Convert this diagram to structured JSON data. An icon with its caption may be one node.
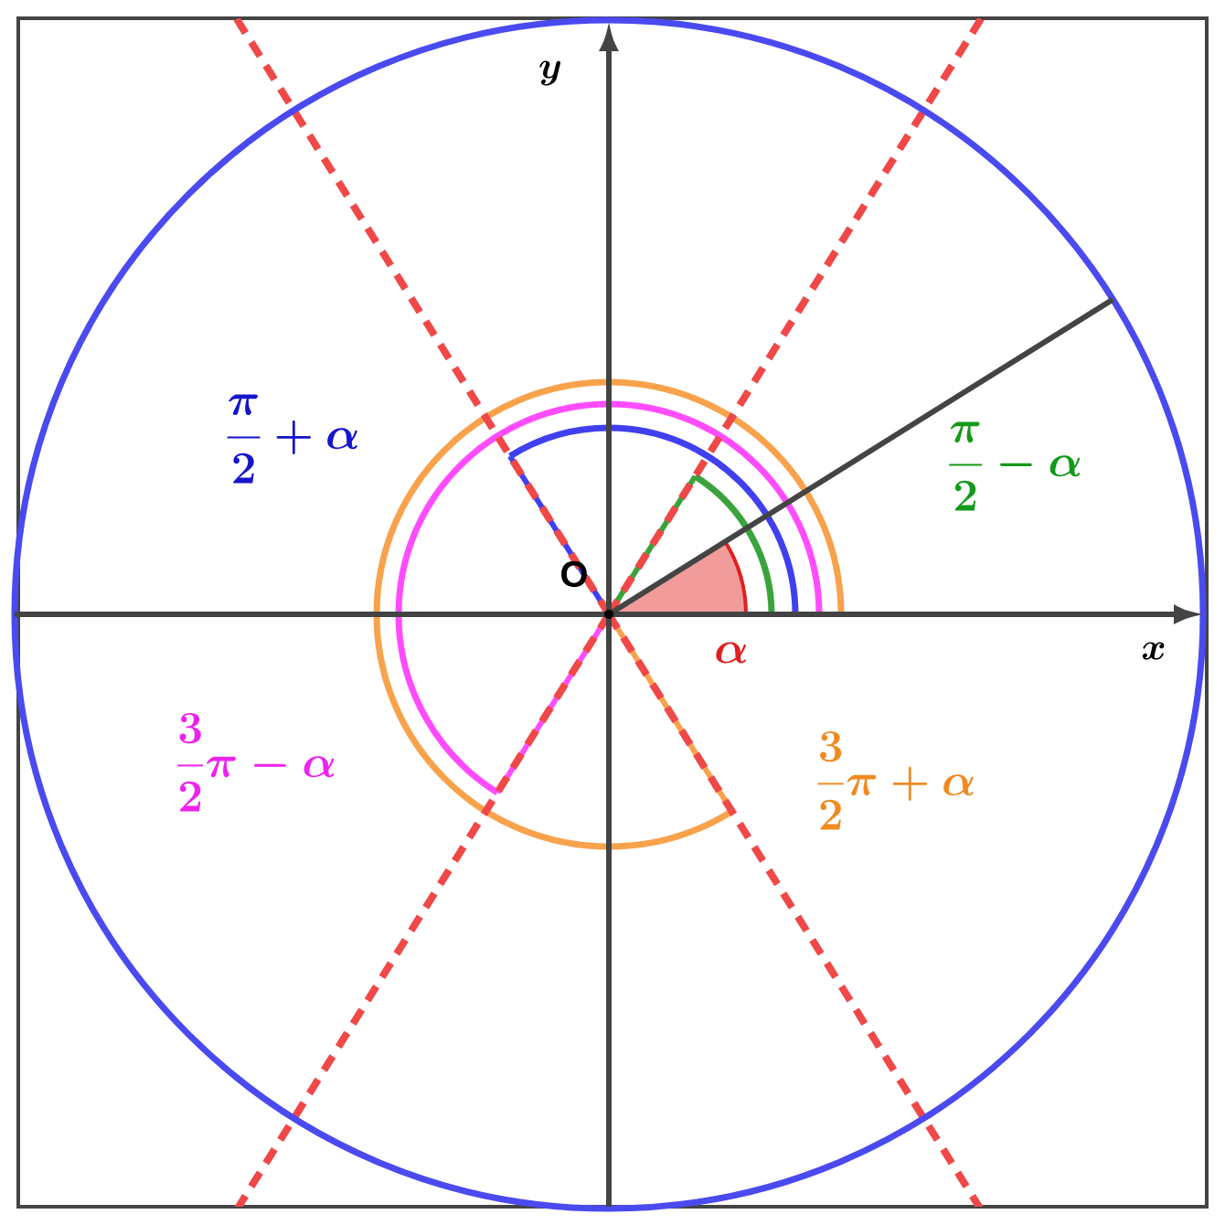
{
  "diagram": {
    "labels": [
      "y",
      "\\dfrac{\\pi}{2}+\\alpha",
      "\\dfrac{\\pi}{2}-\\alpha",
      "\\mathrm{O}",
      "\\alpha",
      "x",
      "\\dfrac{3}{2}\\pi-\\alpha",
      "\\dfrac{3}{2}\\pi+\\alpha"
    ]
  }
}
